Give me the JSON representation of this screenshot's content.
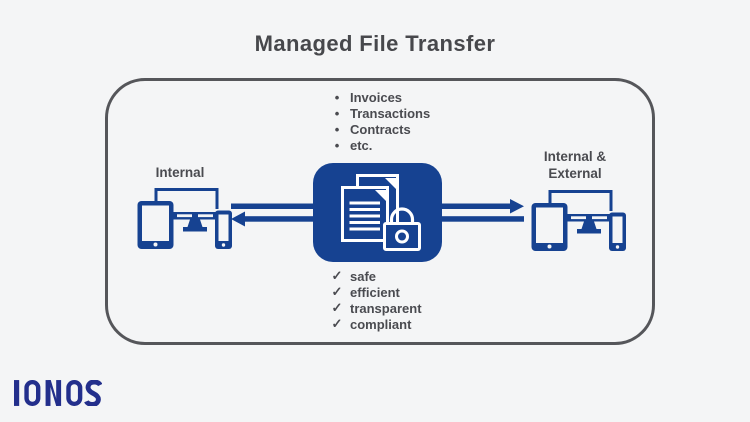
{
  "title": "Managed File Transfer",
  "diagram": {
    "bullet_glyph": "•",
    "bullets": [
      "Invoices",
      "Transactions",
      "Contracts",
      "etc."
    ],
    "check_glyph": "✓",
    "checks": [
      "safe",
      "efficient",
      "transparent",
      "compliant"
    ],
    "left_label": "Internal",
    "right_label_line1": "Internal &",
    "right_label_line2": "External"
  },
  "logo": {
    "text": "IONOS"
  },
  "colors": {
    "navy": "#164291",
    "logo_navy": "#232f8c",
    "text_gray": "#4a4b50",
    "frame_border": "#55565a",
    "background": "#f4f5f6",
    "icon_white": "#ffffff"
  }
}
